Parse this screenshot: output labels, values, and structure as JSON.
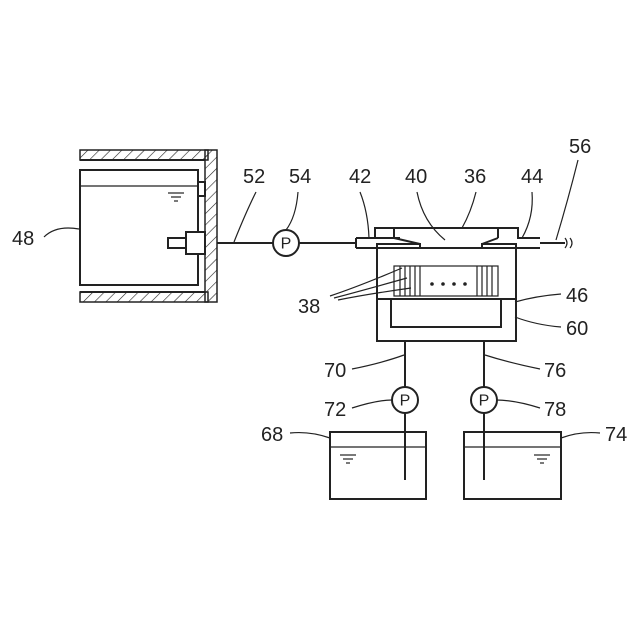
{
  "labels": {
    "l48": "48",
    "l52": "52",
    "l54": "54",
    "l42": "42",
    "l40": "40",
    "l36": "36",
    "l44": "44",
    "l56": "56",
    "l38": "38",
    "l46": "46",
    "l60": "60",
    "l70": "70",
    "l76": "76",
    "l72": "72",
    "l78": "78",
    "l68": "68",
    "l74": "74"
  },
  "pump_symbol": "P"
}
